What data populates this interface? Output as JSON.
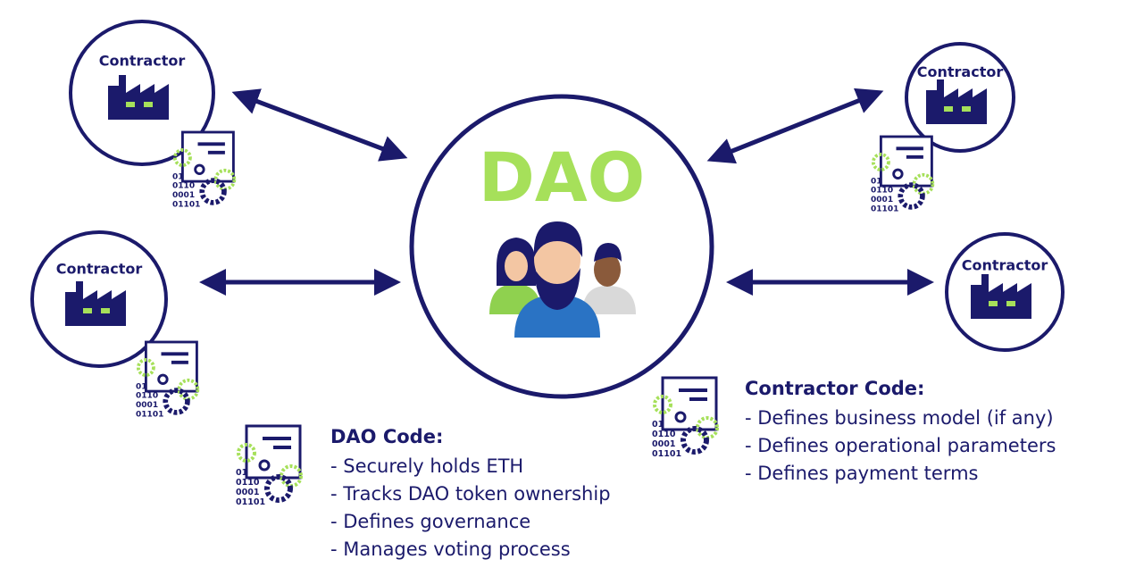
{
  "colors": {
    "navy": "#1b1a6b",
    "green": "#a6e05a",
    "white": "#ffffff"
  },
  "dao": {
    "title": "DAO",
    "people_icon": "people-group-icon"
  },
  "contractors": [
    {
      "label": "Contractor",
      "icon": "factory-icon",
      "has_contract": true
    },
    {
      "label": "Contractor",
      "icon": "factory-icon",
      "has_contract": true
    },
    {
      "label": "Contractor",
      "icon": "factory-icon",
      "has_contract": true
    },
    {
      "label": "Contractor",
      "icon": "factory-icon",
      "has_contract": false
    }
  ],
  "binary_lines": [
    "01",
    "0110",
    "0001",
    "01101"
  ],
  "dao_code": {
    "title": "DAO Code:",
    "items": [
      "Securely holds ETH",
      "Tracks DAO token ownership",
      "Defines governance",
      "Manages voting process"
    ]
  },
  "contractor_code": {
    "title": "Contractor Code:",
    "items": [
      "Defines business model (if any)",
      "Defines operational parameters",
      "Defines payment terms"
    ]
  }
}
